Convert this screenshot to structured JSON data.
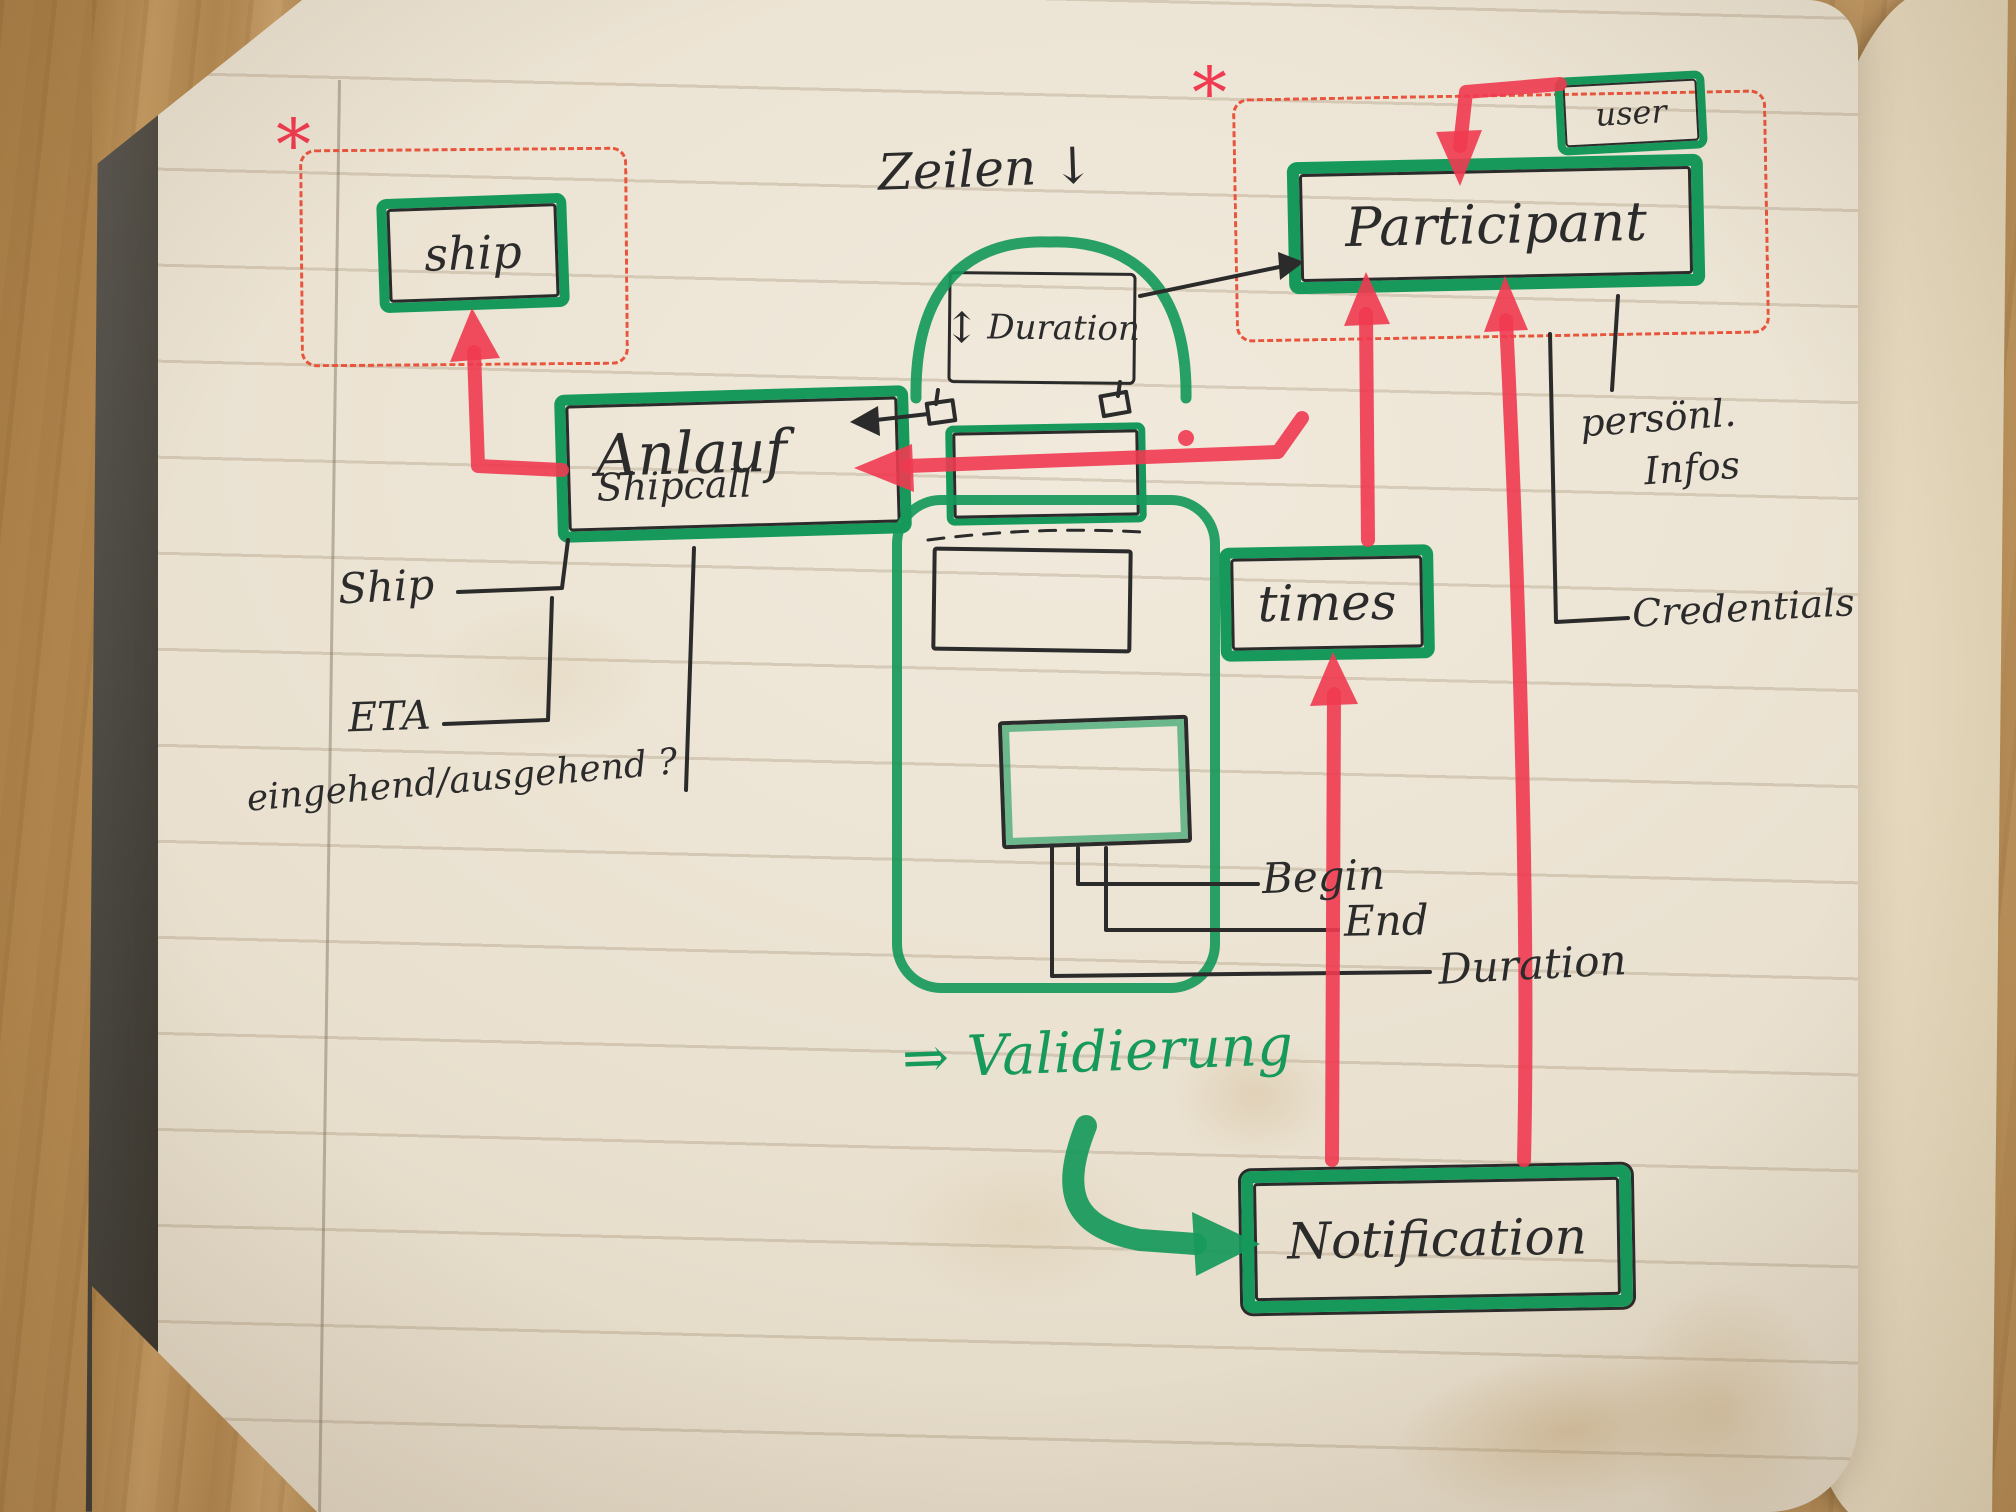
{
  "colors": {
    "marker_green": "#16995b",
    "marker_red": "#ef3a50",
    "pen_black": "#2b2b2b",
    "dashed_red": "#e8553c",
    "wood": "#bb9059",
    "page": "#e9e0d0"
  },
  "diagram": {
    "asterisks": {
      "left": "*",
      "right": "*"
    },
    "headers": {
      "zeilen": "Zeilen ↓"
    },
    "entities": {
      "ship": {
        "label": "ship"
      },
      "duration": {
        "label": "Duration",
        "updown_icon": "↕"
      },
      "participant": {
        "label": "Participant"
      },
      "user": {
        "label": "user"
      },
      "anlauf": {
        "label": "Anlauf",
        "sublabel": "Shipcall"
      },
      "times": {
        "label": "times"
      },
      "notification": {
        "label": "Notification"
      }
    },
    "attributes": {
      "ship_field": "Ship",
      "eta": "ETA",
      "inbound_outbound": "eingehend/ausgehend ?",
      "begin": "Begin",
      "end": "End",
      "duration_field": "Duration",
      "personal_infos_1": "persönl.",
      "personal_infos_2": "Infos",
      "credentials": "Credentials"
    },
    "notes": {
      "validation": "⇒ Validierung"
    }
  }
}
